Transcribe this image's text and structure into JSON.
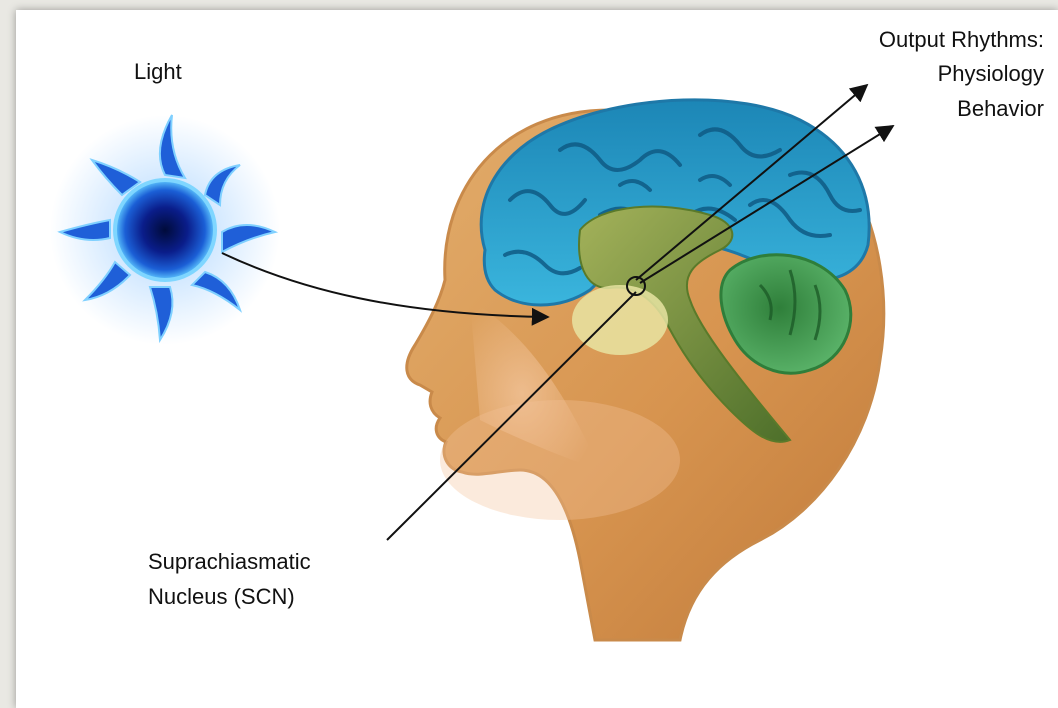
{
  "labels": {
    "light": "Light",
    "output_title": "Output Rhythms:",
    "output_line1": "Physiology",
    "output_line2": "Behavior",
    "scn_line1": "Suprachiasmatic",
    "scn_line2": "Nucleus (SCN)"
  },
  "colors": {
    "skin": "#d99a57",
    "cortex": "#2fa3d0",
    "limbic": "#6f8f3a",
    "cerebellum": "#3f9a4d",
    "sun_core": "#0a1d8a",
    "sun_rays": "#1f6fe0"
  },
  "icons": {
    "sun": "sun-icon",
    "head": "human-head-brain-illustration"
  }
}
